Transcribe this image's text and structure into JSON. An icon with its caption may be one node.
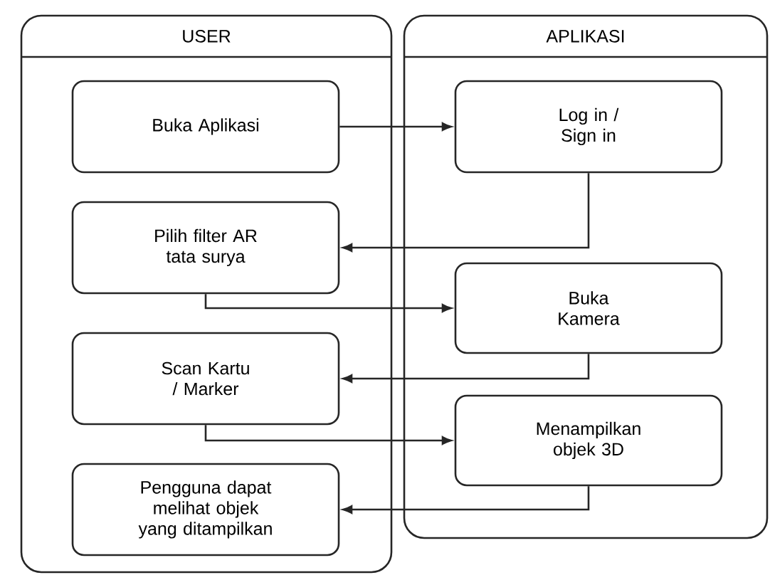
{
  "diagram": {
    "nodes": [
      {
        "text": [
          "USER"
        ]
      },
      {
        "text": [
          "APLIKASI"
        ]
      },
      {
        "text": [
          "Buka Aplikasi"
        ],
        "in": 0
      },
      {
        "text": [
          "Log in / Sign in"
        ],
        "in": 1
      },
      {
        "text": [
          "Pilih filter AR tata surya"
        ],
        "in": 0
      },
      {
        "text": [
          "Buka Kamera"
        ],
        "in": 1
      },
      {
        "text": [
          "Scan Kartu / Marker"
        ],
        "in": 0
      },
      {
        "text": [
          "Menampilkan objek 3D"
        ],
        "in": 1
      },
      {
        "text": [
          "Pengguna dapat melihat objek yang ditampilkan"
        ],
        "in": 0
      }
    ],
    "edges": [
      {
        "from": 2,
        "to": 3,
        "arrow": "to"
      },
      {
        "from": 3,
        "to": 4,
        "arrow": "to"
      },
      {
        "from": 4,
        "to": 5,
        "arrow": "to"
      },
      {
        "from": 5,
        "to": 6,
        "arrow": "to"
      },
      {
        "from": 6,
        "to": 7,
        "arrow": "to"
      },
      {
        "from": 7,
        "to": 8,
        "arrow": "to"
      }
    ]
  }
}
